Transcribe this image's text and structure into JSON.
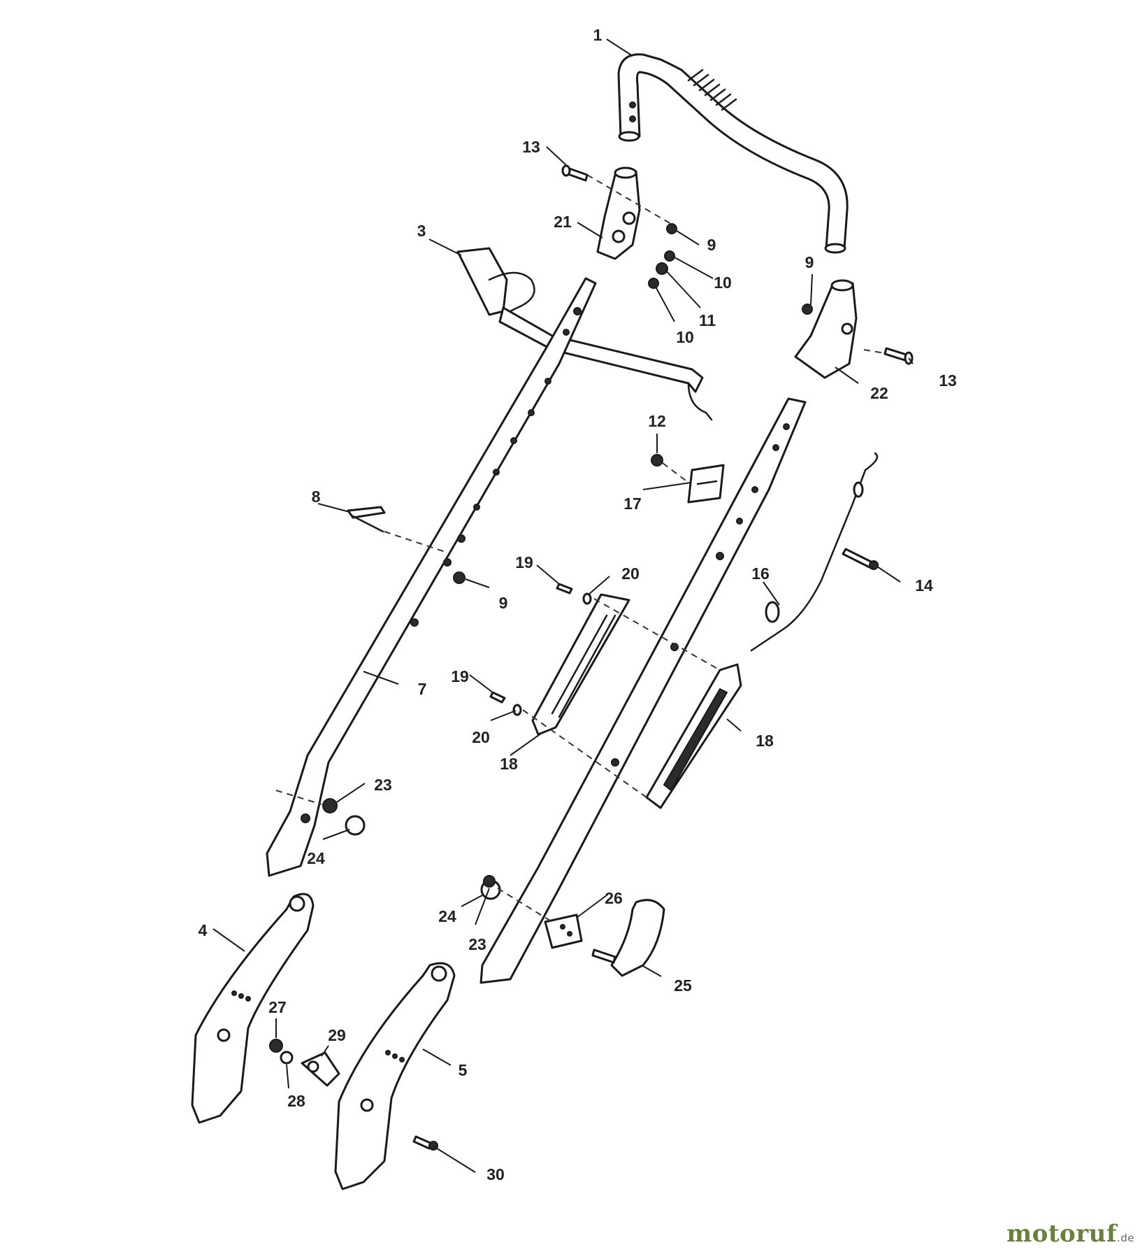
{
  "diagram": {
    "callouts": [
      {
        "id": "c1",
        "text": "1"
      },
      {
        "id": "c13a",
        "text": "13"
      },
      {
        "id": "c21",
        "text": "21"
      },
      {
        "id": "c9a",
        "text": "9"
      },
      {
        "id": "c3",
        "text": "3"
      },
      {
        "id": "c10a",
        "text": "10"
      },
      {
        "id": "c11",
        "text": "11"
      },
      {
        "id": "c10b",
        "text": "10"
      },
      {
        "id": "c9b",
        "text": "9"
      },
      {
        "id": "c13b",
        "text": "13"
      },
      {
        "id": "c22",
        "text": "22"
      },
      {
        "id": "c12",
        "text": "12"
      },
      {
        "id": "c17",
        "text": "17"
      },
      {
        "id": "c8",
        "text": "8"
      },
      {
        "id": "c19a",
        "text": "19"
      },
      {
        "id": "c20a",
        "text": "20"
      },
      {
        "id": "c9c",
        "text": "9"
      },
      {
        "id": "c16",
        "text": "16"
      },
      {
        "id": "c14",
        "text": "14"
      },
      {
        "id": "c7",
        "text": "7"
      },
      {
        "id": "c19b",
        "text": "19"
      },
      {
        "id": "c20b",
        "text": "20"
      },
      {
        "id": "c18a",
        "text": "18"
      },
      {
        "id": "c18b",
        "text": "18"
      },
      {
        "id": "c23a",
        "text": "23"
      },
      {
        "id": "c24a",
        "text": "24"
      },
      {
        "id": "c24b",
        "text": "24"
      },
      {
        "id": "c23b",
        "text": "23"
      },
      {
        "id": "c26",
        "text": "26"
      },
      {
        "id": "c25",
        "text": "25"
      },
      {
        "id": "c4",
        "text": "4"
      },
      {
        "id": "c27",
        "text": "27"
      },
      {
        "id": "c29",
        "text": "29"
      },
      {
        "id": "c28",
        "text": "28"
      },
      {
        "id": "c5",
        "text": "5"
      },
      {
        "id": "c30",
        "text": "30"
      }
    ]
  },
  "watermark": {
    "main": "motoruf",
    "tld": ".de"
  }
}
